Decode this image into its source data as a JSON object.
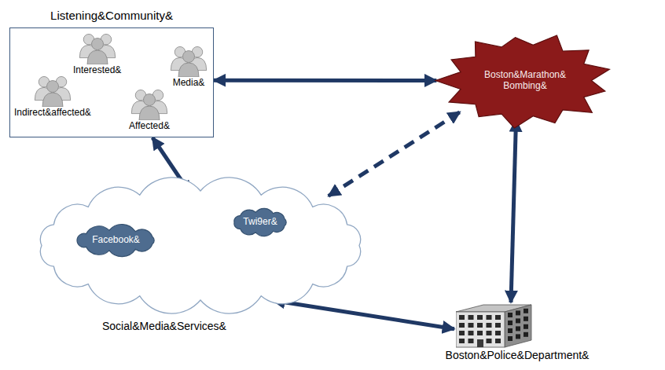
{
  "diagram": {
    "nodes": [
      {
        "text": [
          "Listening&Community&"
        ]
      },
      {
        "text": [
          "Interested&"
        ],
        "in": 0
      },
      {
        "text": [
          "Media&"
        ],
        "in": 0
      },
      {
        "text": [
          "Indirect&affected&"
        ],
        "in": 0
      },
      {
        "text": [
          "Affected&"
        ],
        "in": 0
      },
      {
        "text": [
          "Boston&Marathon& Bombing&"
        ]
      },
      {
        "text": [
          "Social&Media&Services&"
        ]
      },
      {
        "text": [
          "Facebook&"
        ],
        "in": 6
      },
      {
        "text": [
          "Twi9er&"
        ],
        "in": 6
      },
      {
        "text": [
          "Boston&Police&Department&"
        ]
      }
    ],
    "edges": [
      {
        "from": 0,
        "to": 5,
        "arrow": "both"
      },
      {
        "from": 0,
        "to": 6,
        "arrow": "both"
      },
      {
        "from": 6,
        "to": 5,
        "arrow": "both"
      },
      {
        "from": 6,
        "to": 9,
        "arrow": "both"
      },
      {
        "from": 5,
        "to": 9,
        "arrow": "both"
      },
      {
        "from": 7,
        "to": 8,
        "arrow": "both"
      }
    ]
  }
}
